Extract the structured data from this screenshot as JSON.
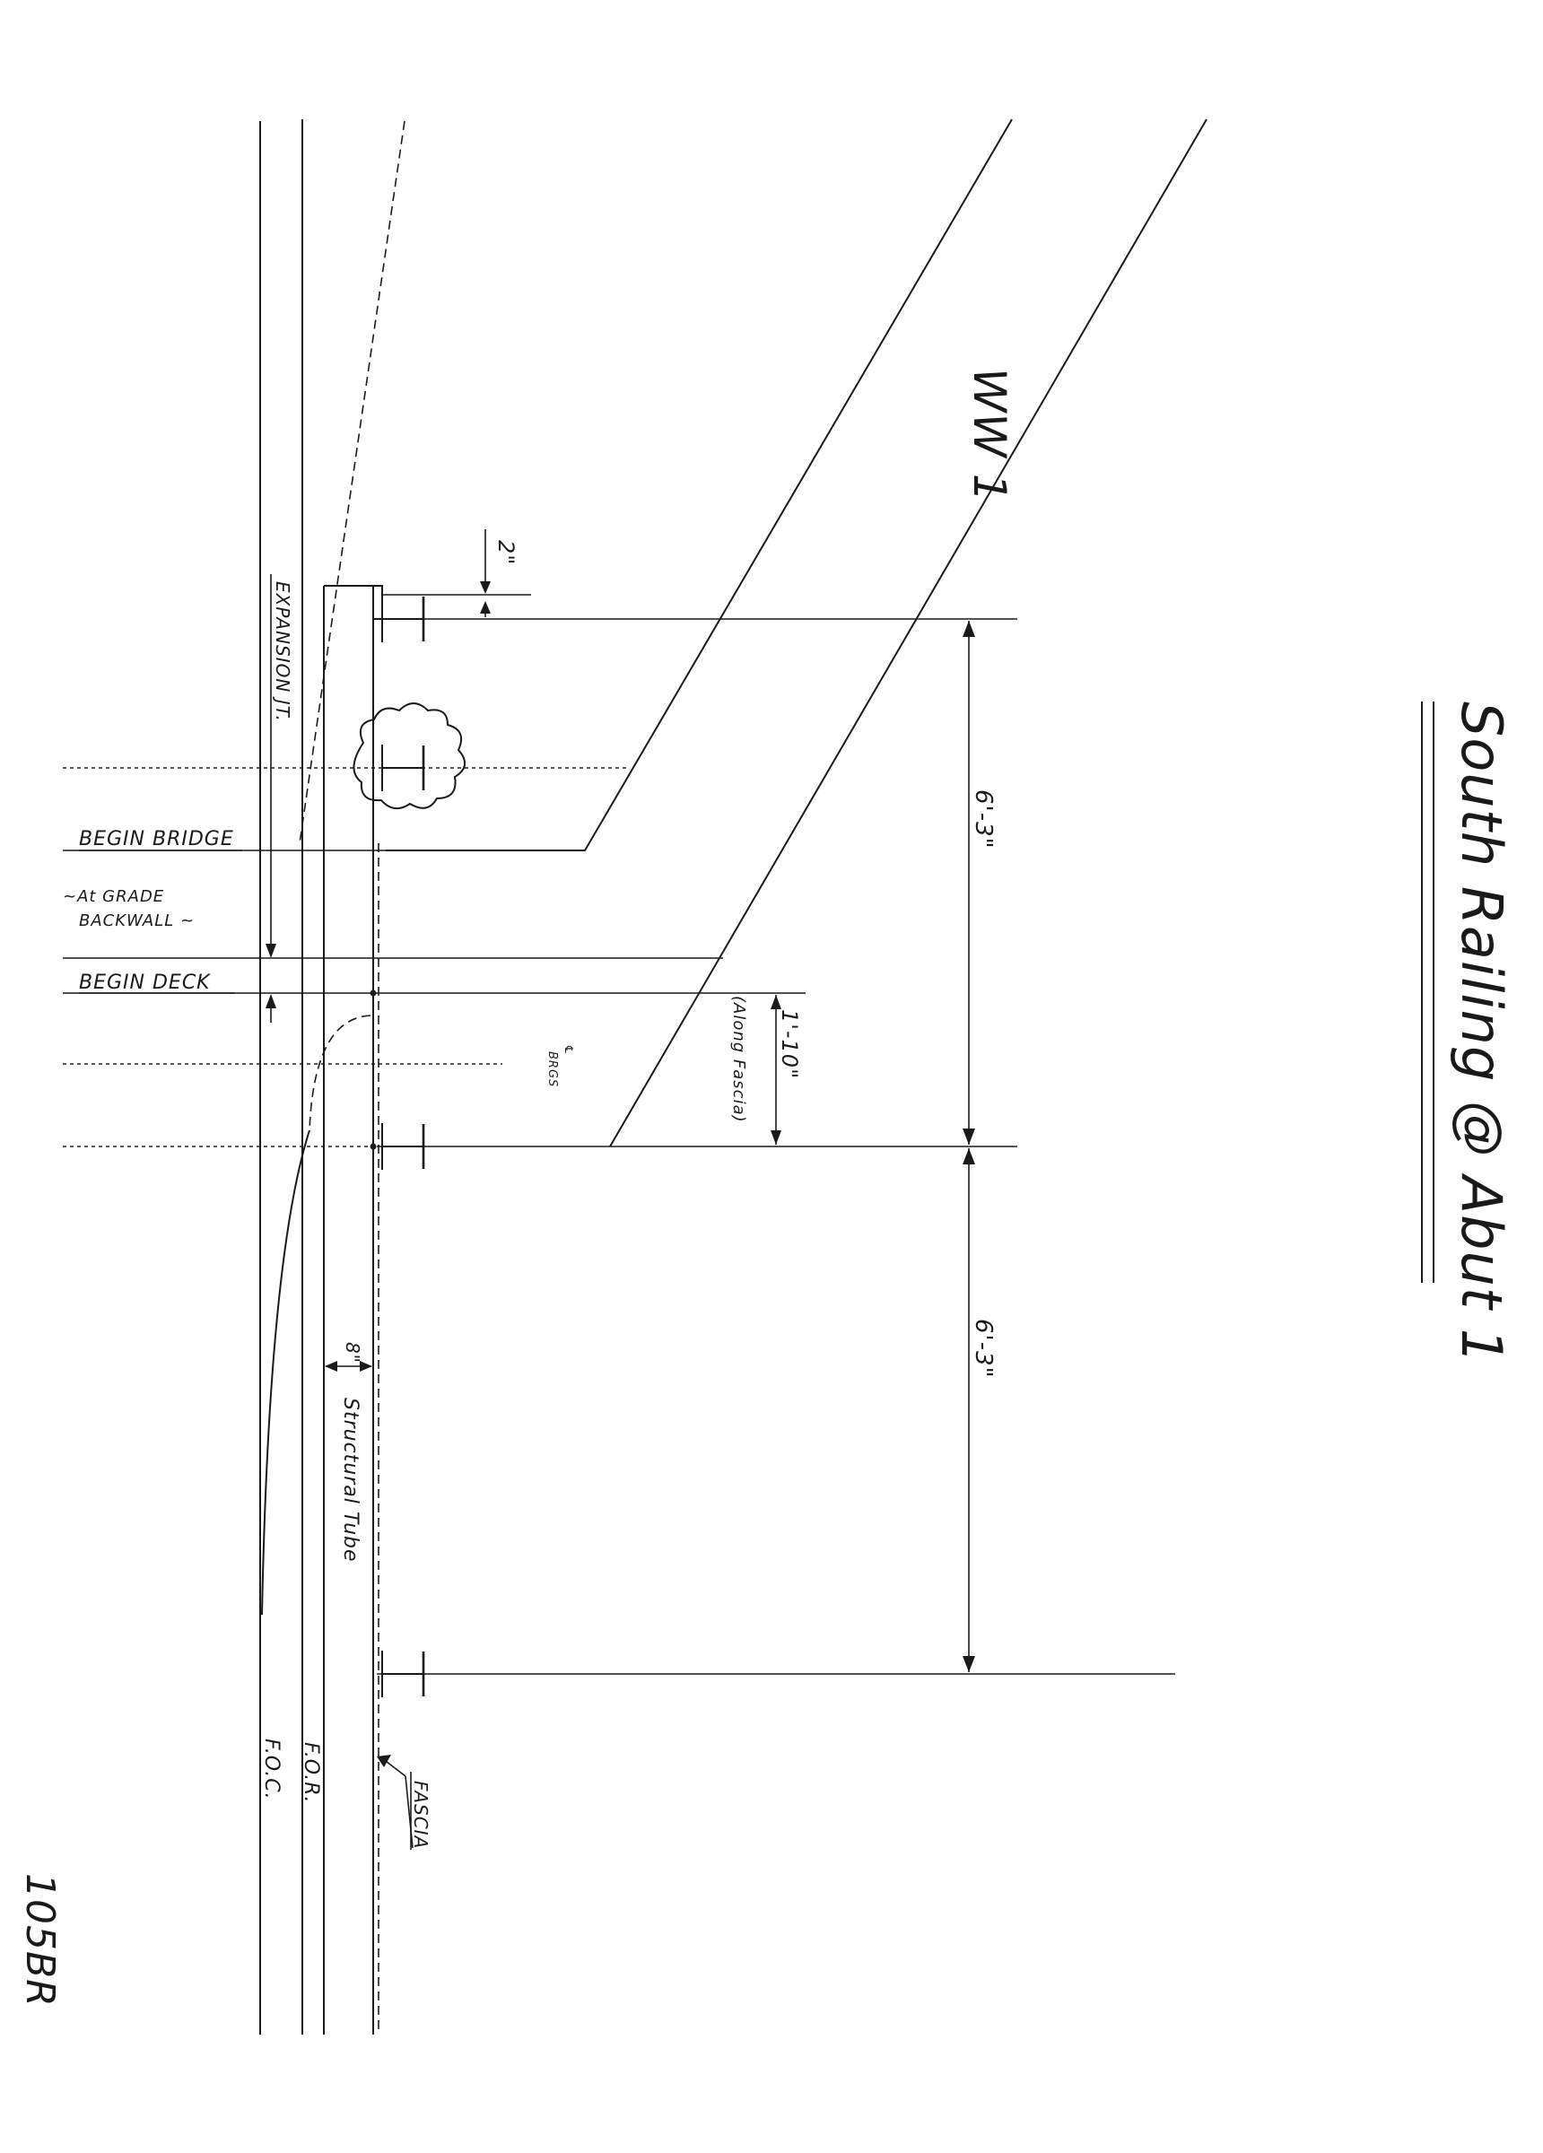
{
  "title": "South Railing @ Abut 1",
  "page_number": "105BR",
  "labels": {
    "wall_label": "WW 1",
    "expansion_joint": "EXPANSION JT.",
    "begin_bridge": "BEGIN BRIDGE",
    "at_grade_line1": "~At GRADE",
    "at_grade_line2": "BACKWALL ~",
    "begin_deck": "BEGIN DECK",
    "bearings": "BRGS",
    "structural_tube": "Structural Tube",
    "for": "F.O.R.",
    "foc": "F.O.C.",
    "fascia": "FASCIA"
  },
  "dimensions": {
    "top_offset": "2\"",
    "post_spacing_1": "6'-3\"",
    "post_spacing_2": "6'-3\"",
    "deck_to_post": "1'-10\"",
    "deck_to_post_note": "(Along Fascia)",
    "tube_offset": "8\""
  },
  "colors": {
    "ink": "#1a1a1a",
    "paper": "#ffffff"
  }
}
